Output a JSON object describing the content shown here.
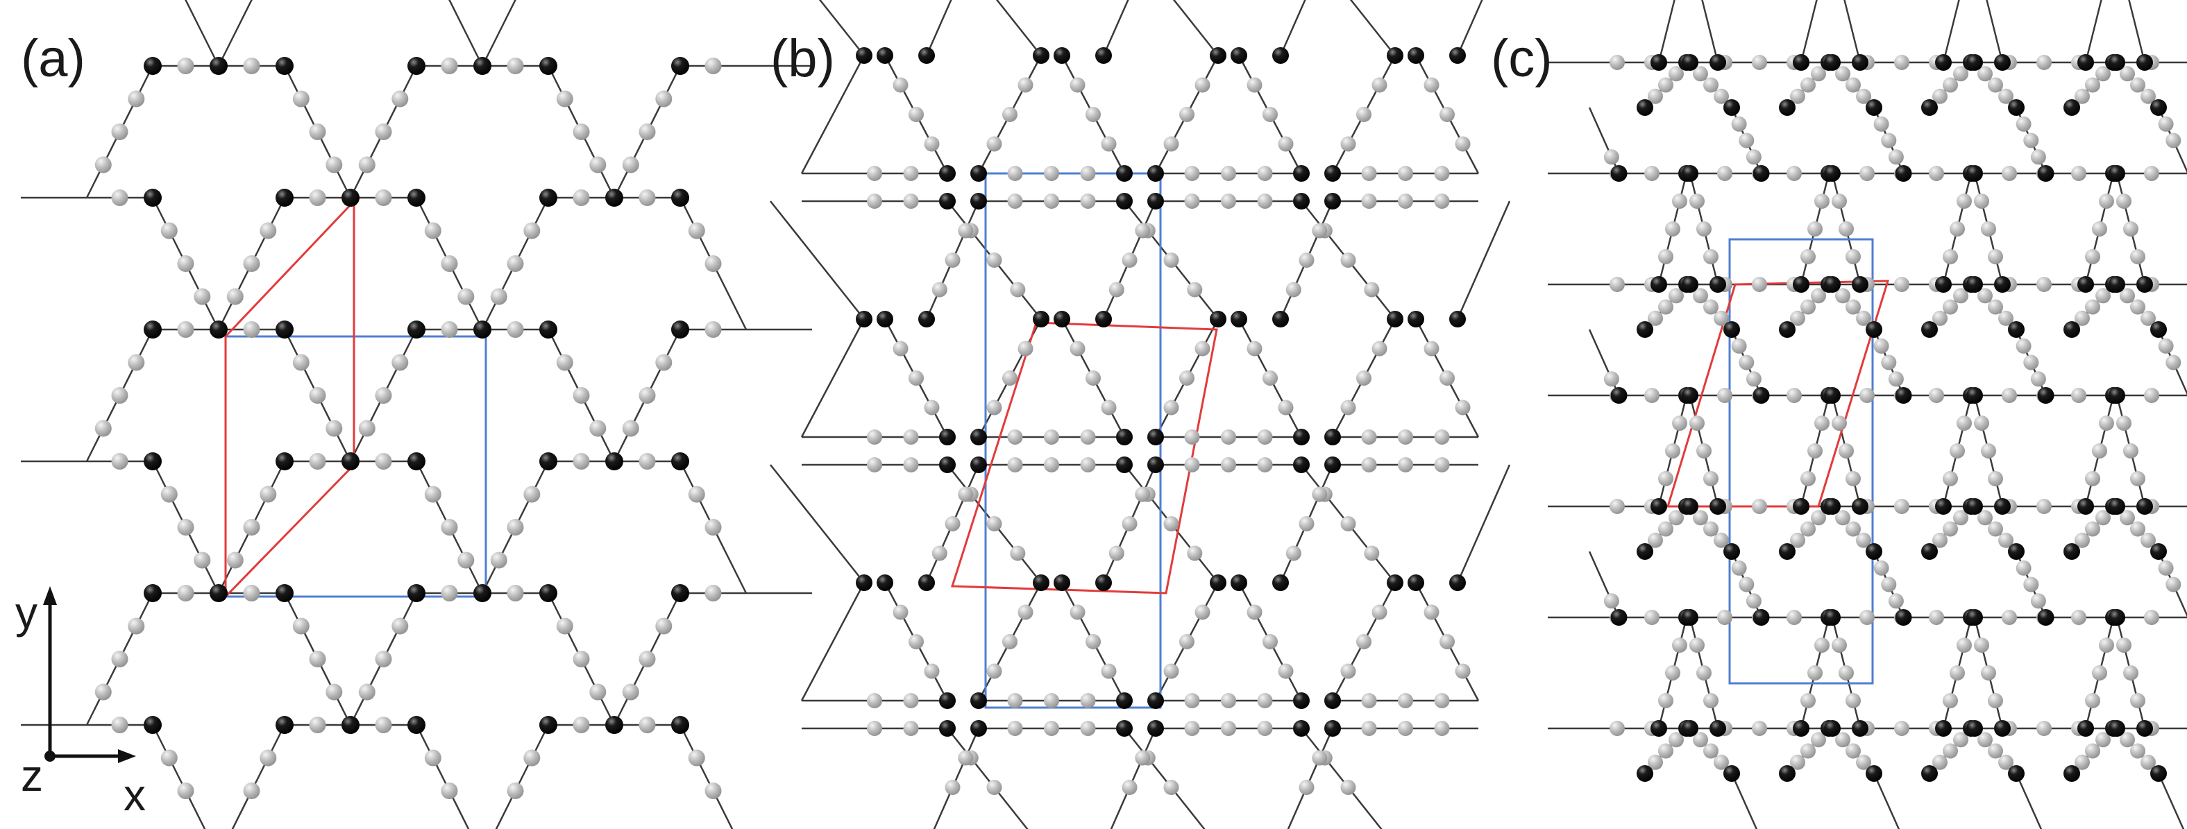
{
  "figure": {
    "panels": [
      {
        "label": "(a)",
        "structure": "honeycomb lattice with linear atom chains along edges"
      },
      {
        "label": "(b)",
        "structure": "hexagon-triangle lattice with linear atom chains"
      },
      {
        "label": "(c)",
        "structure": "kagome-like lattice with linear atom chains"
      }
    ],
    "axes": {
      "y": "y",
      "x": "x",
      "z": "z"
    },
    "colors": {
      "black_atom": "#0d0d0d",
      "gray_atom": "#b4b4b4",
      "bond": "#3a3a3a",
      "primitive_cell": "#e23b3b",
      "rectangular_cell": "#4f7fd0"
    }
  }
}
